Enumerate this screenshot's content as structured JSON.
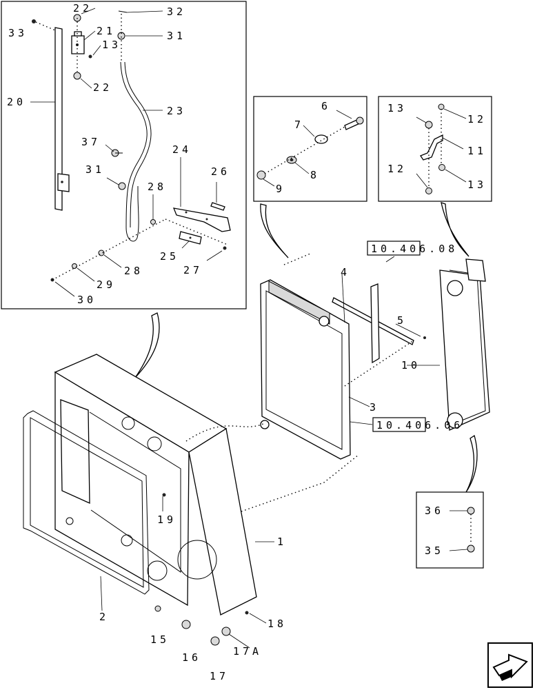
{
  "callouts": {
    "c1": "1",
    "c2": "2",
    "c3": "3",
    "c4": "4",
    "c5": "5",
    "c6": "6",
    "c7": "7",
    "c8": "8",
    "c9": "9",
    "c10": "10",
    "c11": "11",
    "c12a": "12",
    "c12b": "12",
    "c13a": "13",
    "c13b": "13",
    "c13c": "13",
    "c15": "15",
    "c16": "16",
    "c17": "17",
    "c17a": "17A",
    "c18": "18",
    "c19": "19",
    "c20": "20",
    "c21": "21",
    "c22a": "22",
    "c22b": "22",
    "c23": "23",
    "c24": "24",
    "c25": "25",
    "c26": "26",
    "c27": "27",
    "c28a": "28",
    "c28b": "28",
    "c29": "29",
    "c30": "30",
    "c31a": "31",
    "c31b": "31",
    "c32": "32",
    "c33": "33",
    "c35": "35",
    "c36": "36",
    "c37": "37"
  },
  "references": {
    "ref_top": "10.406.08",
    "ref_bottom": "10.406.06"
  }
}
